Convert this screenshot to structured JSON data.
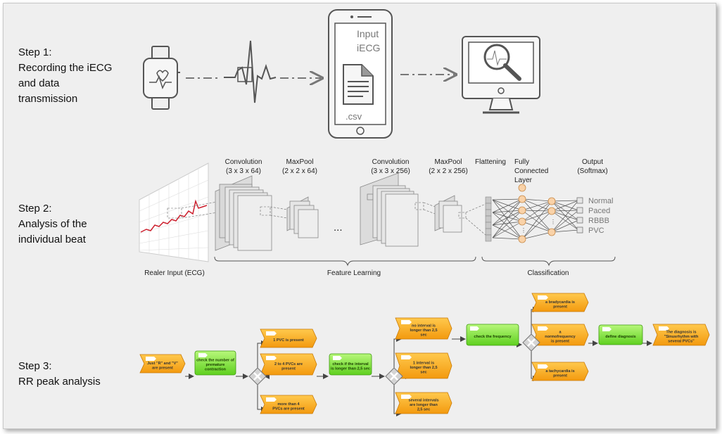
{
  "steps": [
    {
      "lines": [
        "Step 1:",
        "Recording the iECG",
        "and data",
        "transmission"
      ]
    },
    {
      "lines": [
        "Step 2:",
        "Analysis of the",
        "individual beat"
      ]
    },
    {
      "lines": [
        "Step 3:",
        "RR peak analysis"
      ]
    }
  ],
  "phone": {
    "title_line1": "Input",
    "title_line2": "iECG",
    "file_ext": ".csv"
  },
  "cnn": {
    "conv1": {
      "name": "Convolution",
      "dims": "(3 x 3 x 64)"
    },
    "pool1": {
      "name": "MaxPool",
      "dims": "(2 x 2 x 64)"
    },
    "conv2": {
      "name": "Convolution",
      "dims": "(3 x 3 x 256)"
    },
    "pool2": {
      "name": "MaxPool",
      "dims": "(2 x 2 x 256)"
    },
    "flattening": "Flattening",
    "fc": [
      "Fully",
      "Connected",
      "Layer"
    ],
    "output": [
      "Output",
      "(Softmax)"
    ],
    "classes": [
      "Normal",
      "Paced",
      "RBBB",
      "PVC"
    ],
    "ellipsis": "...",
    "input_label": "Realer Input (ECG)",
    "feature_learning": "Feature Learning",
    "classification": "Classification"
  },
  "flow": {
    "start": [
      "Just \"R\" and \"V\"",
      "are present"
    ],
    "check_pvc": [
      "check the number of",
      "premature",
      "contraction"
    ],
    "pvc1": [
      "1 PVC is present"
    ],
    "pvc2_4": [
      "2 to 4 PVCs are",
      "present"
    ],
    "pvc_more": [
      "more than 4",
      "PVCs are present"
    ],
    "check_interval": [
      "check if the interval",
      "is longer than 2,5 sec"
    ],
    "no_interval": [
      "no interval is",
      "longer than 2,5",
      "sec"
    ],
    "one_interval": [
      "1 interval is",
      "longer than 2,5",
      "sec"
    ],
    "several_intervals": [
      "several intervals",
      "are longer than",
      "2,5 sec"
    ],
    "check_freq": [
      "check the frequency"
    ],
    "brady": [
      "a bradycardia is",
      "present"
    ],
    "normo": [
      "a",
      "normofrequency",
      "is present"
    ],
    "tachy": [
      "a tachycardia is",
      "present"
    ],
    "define_diag": [
      "define diagnosis"
    ],
    "diagnosis": [
      "The diagnosis is",
      "\"Sinusrhythm with",
      "several PVCs\""
    ]
  },
  "colors": {
    "event": "#f7a61b",
    "function": "#7ee13a",
    "arrow": "#444444"
  },
  "icons": [
    "smartwatch-icon",
    "ecg-waveform-icon",
    "smartphone-icon",
    "document-icon",
    "monitor-icon",
    "magnifier-icon",
    "xor-gateway-icon"
  ]
}
